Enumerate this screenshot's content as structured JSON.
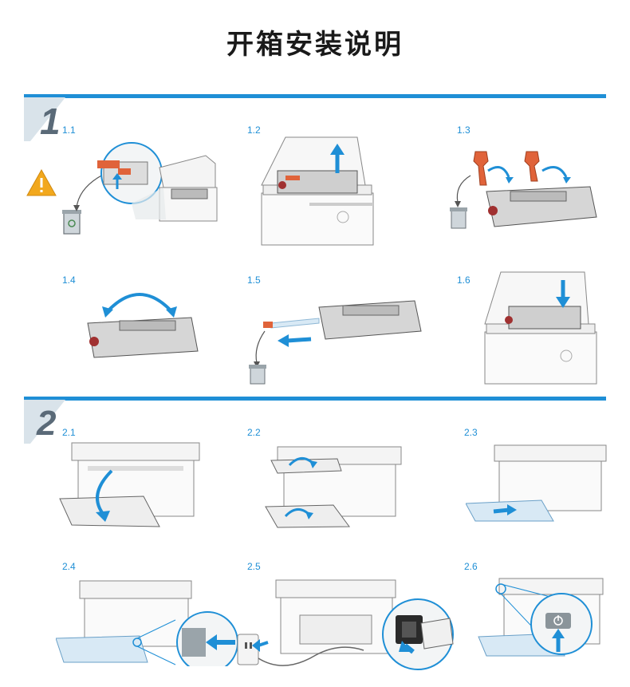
{
  "title": "开箱安装说明",
  "sections": [
    {
      "number": "1",
      "steps": [
        "1.1",
        "1.2",
        "1.3",
        "1.4",
        "1.5",
        "1.6"
      ]
    },
    {
      "number": "2",
      "steps": [
        "2.1",
        "2.2",
        "2.3",
        "2.4",
        "2.5",
        "2.6"
      ]
    }
  ],
  "colors": {
    "accent": "#1f8fd6",
    "tape": "#e0633a",
    "warning": "#f2a81d"
  },
  "icons": [
    "warning-icon",
    "recycle-bin-icon",
    "arrow-icon",
    "power-icon",
    "hp-logo-icon"
  ]
}
